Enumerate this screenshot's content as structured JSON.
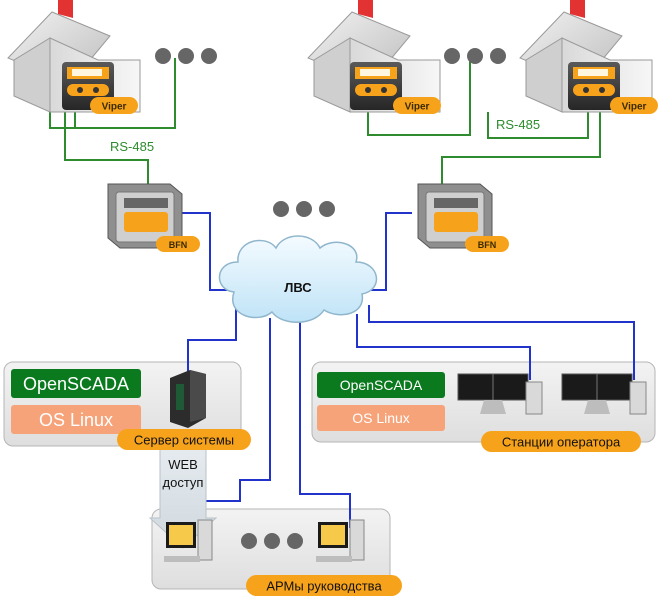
{
  "labels": {
    "viper": "Viper",
    "bfn": "BFN",
    "rs485": "RS-485",
    "lan": "ЛВС",
    "opensqada": "OpenSCADA",
    "os_linux": "OS Linux",
    "server": "Сервер системы",
    "operator_stations": "Станции оператора",
    "web_access_line1": "WEB",
    "web_access_line2": "доступ",
    "managers_workstations": "АРМы руководства"
  },
  "colors": {
    "serial_link": "#2e8b2e",
    "network_link": "#2233cc",
    "badge_orange": "#f7a21b",
    "opensqada_green": "#0b7a1e",
    "linux_orange": "#f7a37a",
    "panel_gray": "#ececec"
  }
}
